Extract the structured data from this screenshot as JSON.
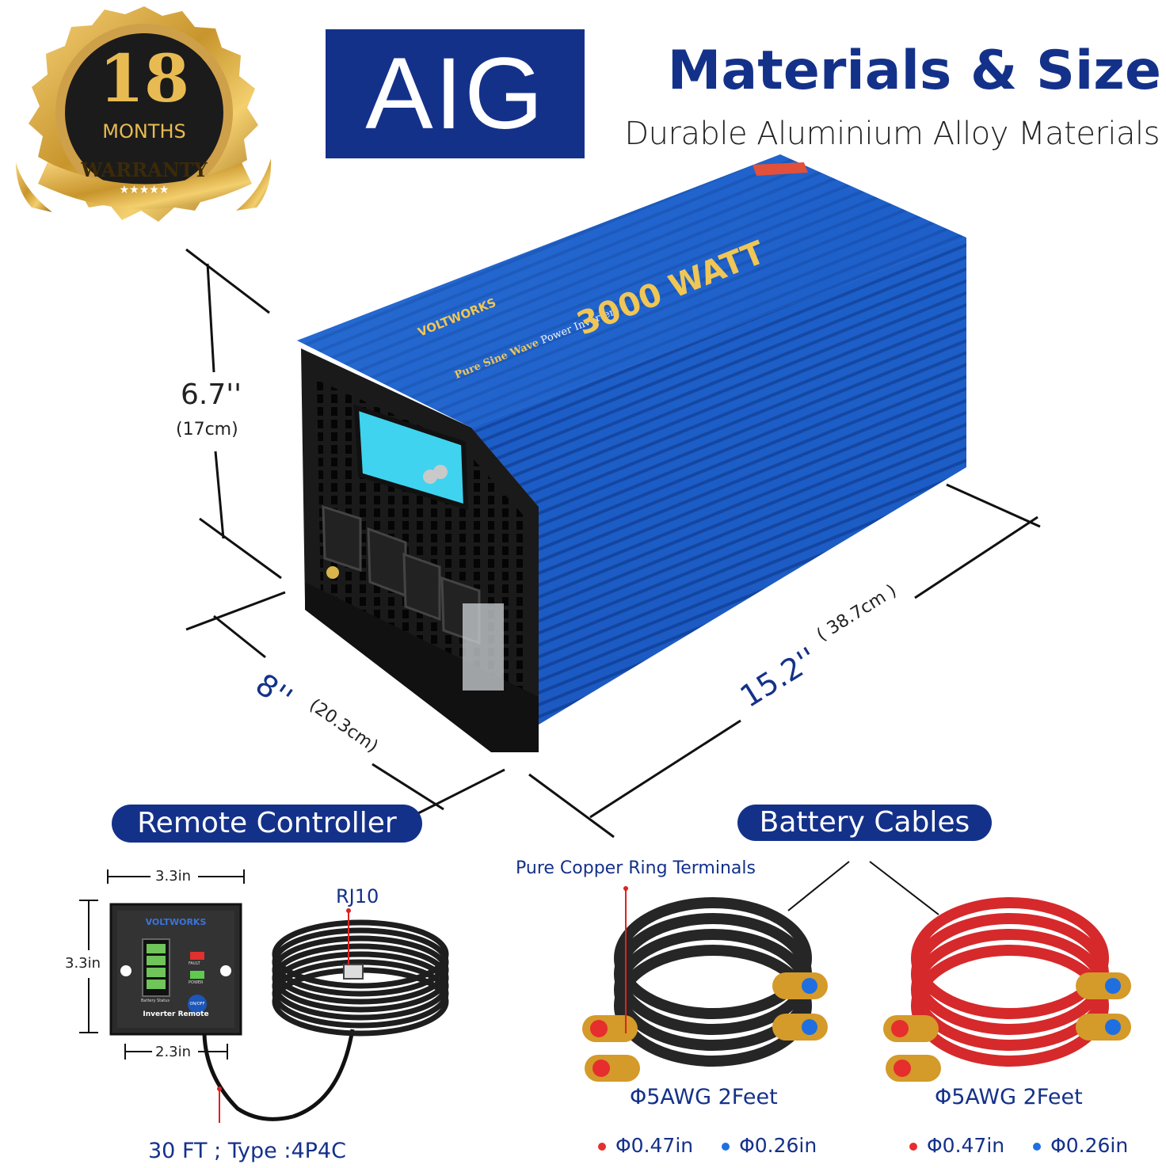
{
  "badge": {
    "number": "18",
    "months": "MONTHS",
    "warranty": "WARRANTY",
    "stars": "★★★★★",
    "colors": {
      "gold": "#c8952c",
      "dark": "#161616"
    }
  },
  "brand": {
    "logo": "AIG",
    "color": "#14318a"
  },
  "headline": {
    "title": "Materials & Size",
    "subtitle": "Durable Aluminium Alloy Materials"
  },
  "product": {
    "brand_text": "VOLTWORKS",
    "rating_text": "3000 WATT",
    "type_text": "Pure Sine Wave",
    "type_suffix": "Power Inverter",
    "body_color": "#1a5cc4"
  },
  "dimensions": {
    "height": {
      "value": "6.7''",
      "metric": "(17cm)"
    },
    "width": {
      "value": "8''",
      "metric": "(20.3cm)"
    },
    "length": {
      "value": "15.2''",
      "metric": "( 38.7cm )"
    }
  },
  "remote": {
    "section_label": "Remote Controller",
    "brand": "VOLTWORKS",
    "fault": "FAULT",
    "power": "POWER",
    "battery_status": "Battery Status",
    "button": "ON/OFF",
    "name": "Inverter Remote",
    "width": "3.3in",
    "height": "3.3in",
    "hole_spacing": "2.3in",
    "connector": "RJ10",
    "cable_spec": "30 FT ; Type :4P4C"
  },
  "cables": {
    "section_label": "Battery Cables",
    "terminal_label": "Pure Copper Ring Terminals",
    "black_spec": {
      "gauge": "Φ5AWG 2Feet",
      "hole_red": "Φ0.47in",
      "hole_blue": "Φ0.26in"
    },
    "red_spec": {
      "gauge": "Φ5AWG 2Feet",
      "hole_red": "Φ0.47in",
      "hole_blue": "Φ0.26in"
    },
    "colors": {
      "black": "#2a2a2a",
      "red": "#d92b2b",
      "copper": "#d49a2a",
      "hole_red": "#e62e2e",
      "hole_blue": "#1f6fe0"
    }
  }
}
